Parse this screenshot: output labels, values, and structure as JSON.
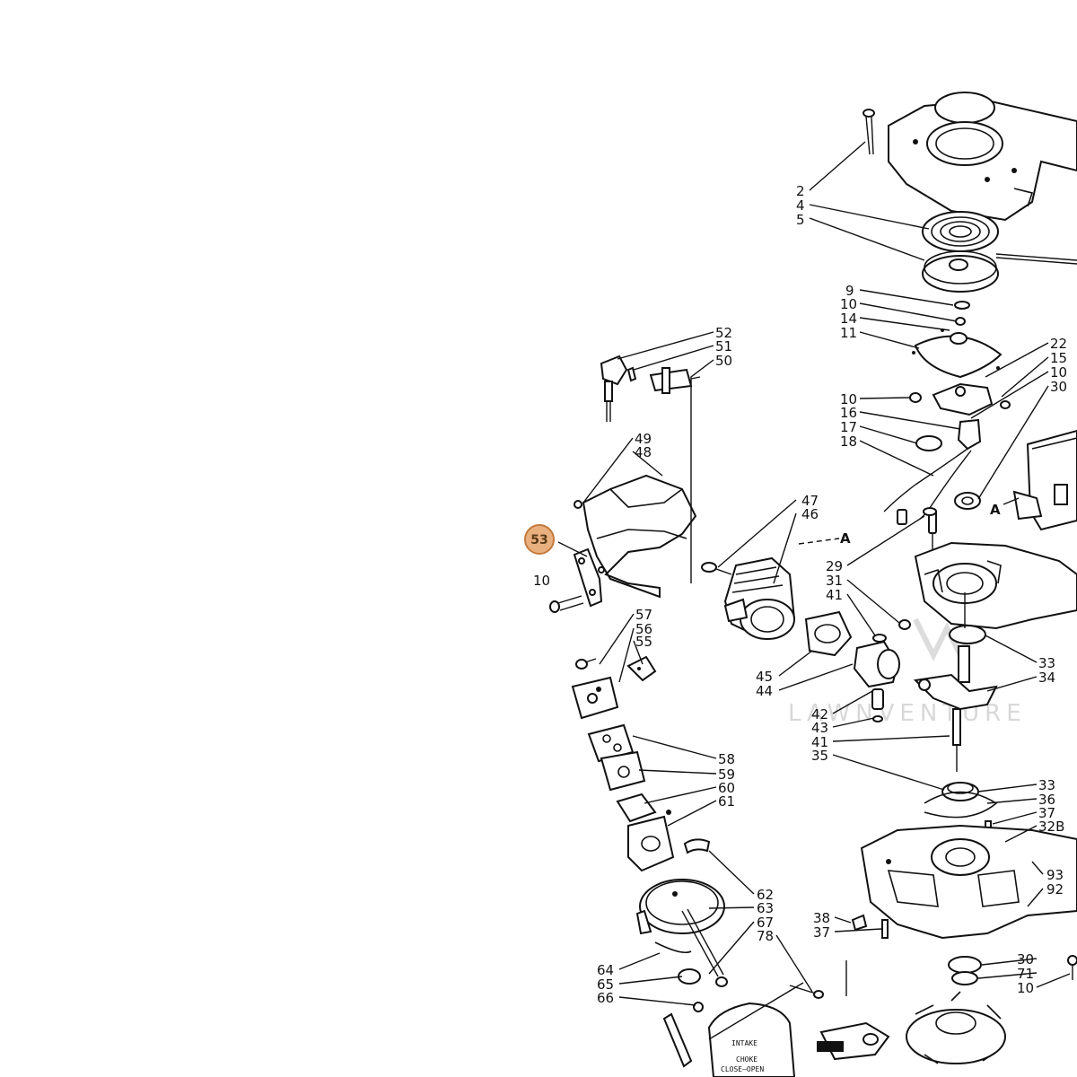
{
  "diagram": {
    "highlighted_callout": "53",
    "section_marker": "A",
    "watermark": "LAWNVENTURE",
    "carb_labels": {
      "intake": "INTAKE",
      "choke": "CHOKE",
      "close_open": "CLOSE—OPEN"
    },
    "callouts_right": [
      "2",
      "4",
      "5",
      "9",
      "10",
      "14",
      "11",
      "10",
      "16",
      "17",
      "18",
      "29",
      "31",
      "41",
      "45",
      "44",
      "42",
      "43",
      "41",
      "35",
      "38",
      "37",
      "78"
    ],
    "callouts_far_right": [
      "22",
      "15",
      "10",
      "30",
      "33",
      "34",
      "33",
      "36",
      "37",
      "32B",
      "93",
      "92",
      "30",
      "71",
      "10"
    ],
    "callouts_left": [
      "52",
      "51",
      "50",
      "49",
      "48",
      "47",
      "46",
      "10",
      "57",
      "56",
      "55",
      "58",
      "59",
      "60",
      "61",
      "62",
      "63",
      "67",
      "64",
      "65",
      "66"
    ]
  }
}
